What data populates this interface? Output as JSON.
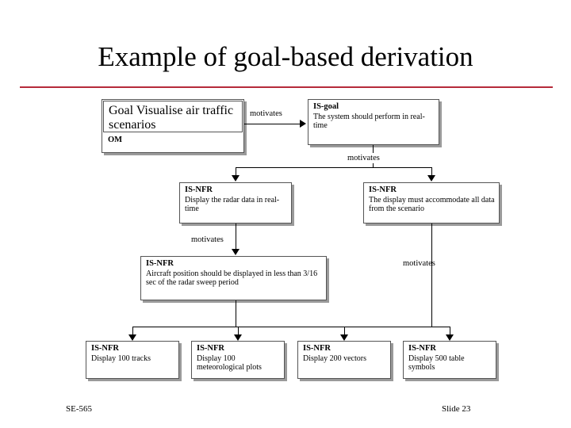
{
  "slide": {
    "title": "Example of goal-based derivation",
    "accent_color": "#b52a3a",
    "footer_left": "SE-565",
    "footer_right": "Slide  23"
  },
  "diagram": {
    "nodes": [
      {
        "id": "goal",
        "header": "Goal",
        "body": "Visualise air traffic scenarios",
        "extra_label": "OM"
      },
      {
        "id": "is-goal",
        "header": "IS-goal",
        "body": "The system should perform in real-time"
      },
      {
        "id": "is-nfr-radar",
        "header": "IS-NFR",
        "body": "Display the radar data in real-time"
      },
      {
        "id": "is-nfr-accommodate",
        "header": "IS-NFR",
        "body": "The display must accommodate all data from the scenario"
      },
      {
        "id": "is-nfr-aircraft-position",
        "header": "IS-NFR",
        "body": "Aircraft position should be displayed in less than 3/16 sec of the radar sweep period"
      },
      {
        "id": "is-nfr-100-tracks",
        "header": "IS-NFR",
        "body": "Display 100 tracks"
      },
      {
        "id": "is-nfr-100-met",
        "header": "IS-NFR",
        "body": "Display 100 meteorological plots"
      },
      {
        "id": "is-nfr-200-vectors",
        "header": "IS-NFR",
        "body": "Display 200 vectors"
      },
      {
        "id": "is-nfr-500-table",
        "header": "IS-NFR",
        "body": "Display 500 table symbols"
      }
    ],
    "edge_labels": [
      {
        "id": "motivates-1",
        "text": "motivates"
      },
      {
        "id": "motivates-2",
        "text": "motivates"
      },
      {
        "id": "motivates-3",
        "text": "motivates"
      },
      {
        "id": "motivates-4",
        "text": "motivates"
      }
    ]
  }
}
